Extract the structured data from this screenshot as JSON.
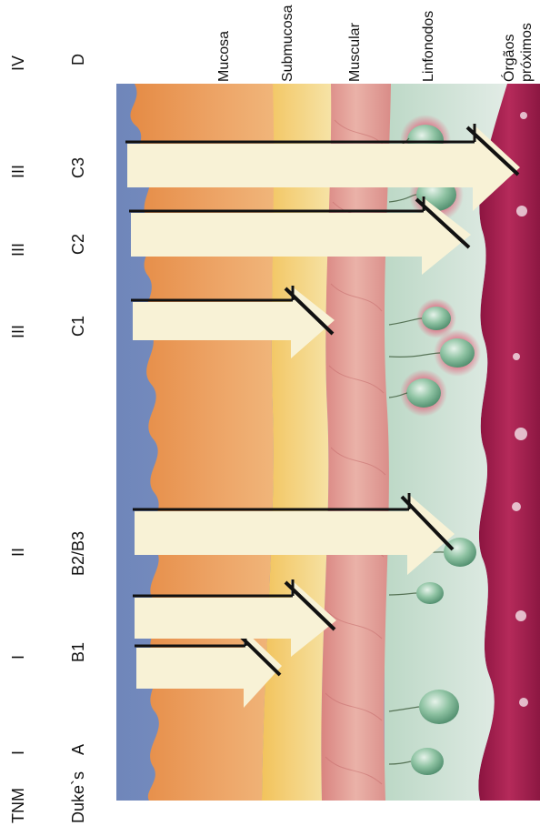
{
  "row_headers": {
    "tnm": "TNM",
    "dukes": "Duke`s"
  },
  "stages": [
    {
      "tnm": "I",
      "dukes": "A"
    },
    {
      "tnm": "I",
      "dukes": "B1"
    },
    {
      "tnm": "II",
      "dukes": "B2/B3"
    },
    {
      "tnm": "III",
      "dukes": "C1"
    },
    {
      "tnm": "III",
      "dukes": "C2"
    },
    {
      "tnm": "III",
      "dukes": "C3"
    },
    {
      "tnm": "IV",
      "dukes": "D"
    }
  ],
  "layers": {
    "mucosa": "Mucosa",
    "submucosa": "Submucosa",
    "muscular": "Muscular",
    "linfonodos": "Linfonodos",
    "orgaos_line1": "Órgãos",
    "orgaos_line2": "próximos"
  },
  "colors": {
    "background_blue": "#7f95c2",
    "mucosa": "#e69a57",
    "submucosa": "#f3d27a",
    "muscular": "#e4a29c",
    "lymph_zone": "#cfe3d3",
    "organ": "#9e1e4a",
    "arrow": "#f7f1d4"
  }
}
